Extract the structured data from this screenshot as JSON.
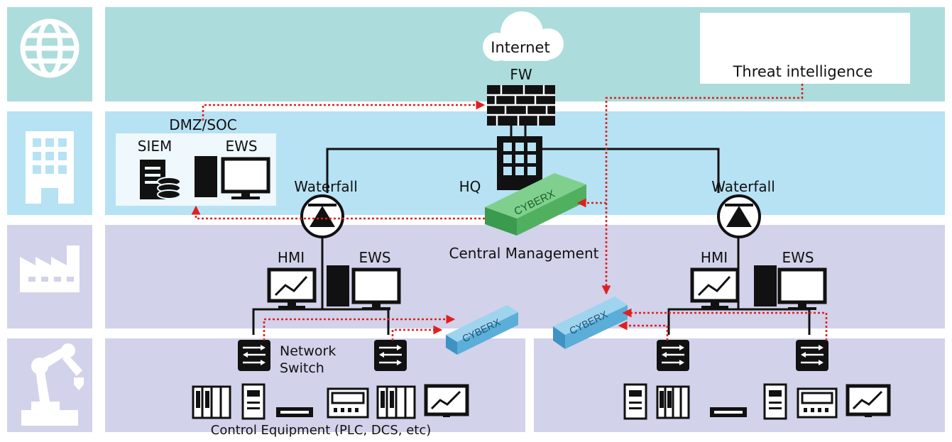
{
  "internet": "Internet",
  "fw": "FW",
  "threat_intelligence": "Threat intelligence",
  "dmz_soc": "DMZ/SOC",
  "siem": "SIEM",
  "ews": "EWS",
  "waterfall": "Waterfall",
  "hq": "HQ",
  "central_management": "Central Management",
  "hmi": "HMI",
  "network_switch": [
    "Network",
    "Switch"
  ],
  "control_equipment": "Control Equipment (PLC, DCS, etc)",
  "sensor_brand": "CYBERX",
  "colors": {
    "internet_band": "#acdcdc",
    "enterprise_band": "#b6e2f4",
    "plant_band": "#d2d2ea",
    "field_band": "#d2d2ea",
    "central_sensor": "#50b060",
    "site_sensor": "#60b4de",
    "data_flow": "#e02020",
    "icons": "#111111"
  }
}
